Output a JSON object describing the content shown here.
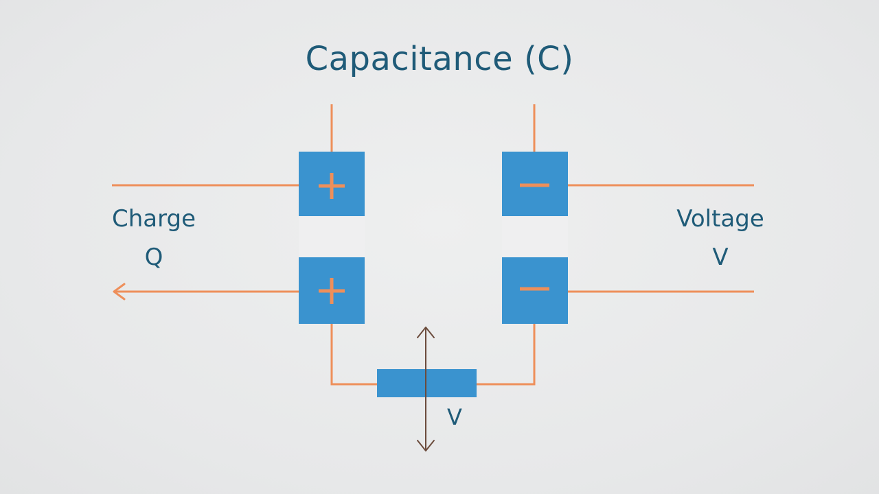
{
  "title": "Capacitance (C)",
  "left_side": {
    "label": "Charge",
    "symbol": "Q"
  },
  "right_side": {
    "label": "Voltage",
    "symbol": "V"
  },
  "meter": {
    "symbol": "V"
  },
  "plates": {
    "left_signs": [
      "+",
      "+"
    ],
    "right_signs": [
      "−",
      "−"
    ]
  },
  "colors": {
    "background": "#e9eaeb",
    "plate": "#3a93cf",
    "plate_gap": "#efeff0",
    "wire": "#ee8f5a",
    "sign": "#ee8f5a",
    "text": "#1f5b78",
    "arrow": "#6b4b3c"
  }
}
